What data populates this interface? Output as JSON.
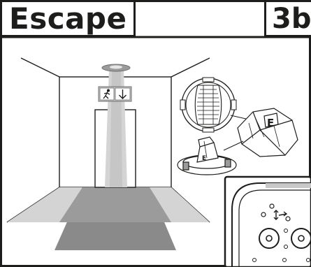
{
  "header": {
    "title": "Escape",
    "step": "3b"
  },
  "sensor": {
    "label_letter": "E"
  },
  "colors": {
    "ink": "#1d1d1b",
    "beam_light": "#d4d4d4",
    "beam_dark": "#9b9b9b",
    "floor_dark": "#8a8a8a"
  }
}
